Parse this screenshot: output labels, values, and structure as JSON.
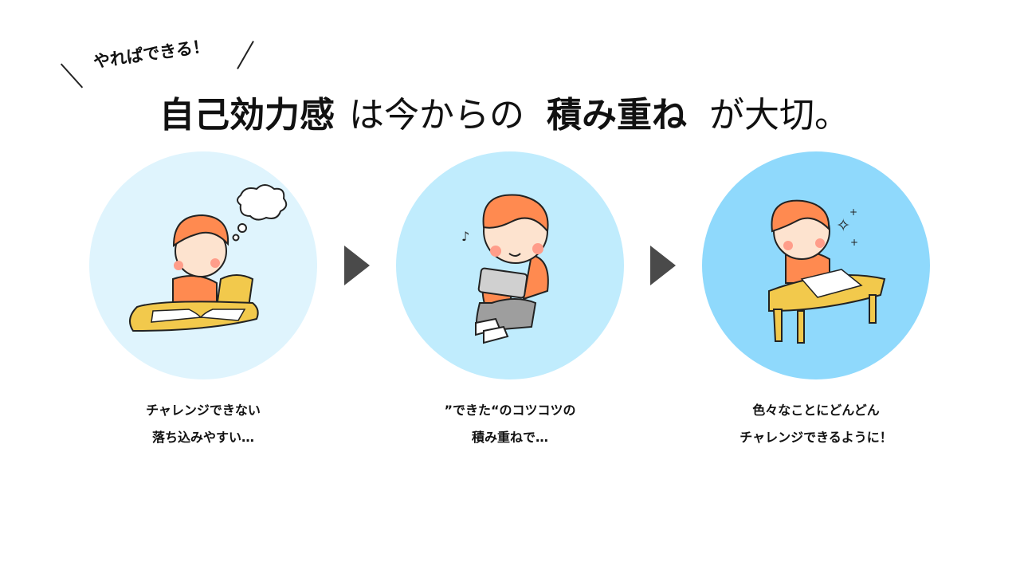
{
  "header": {
    "tagline": "やれぱできる！",
    "headline": {
      "part1": "自己効力感",
      "part2": "は今からの",
      "highlight": "積み重ね",
      "part3": "が大切。"
    }
  },
  "colors": {
    "highlight": "#fffb3a",
    "circle1": "#dff4fd",
    "circle2": "#c0ecfd",
    "circle3": "#8fd9fc",
    "arrow": "#4a4a4a",
    "hair": "#ff8a50"
  },
  "steps": [
    {
      "line1": "チャレンジできない",
      "line2": "落ち込みやすい…"
    },
    {
      "line1": "”できた“のコツコツの",
      "line2": "積み重ねで…"
    },
    {
      "line1": "色々なことにどんどん",
      "line2": "チャレンジできるように！"
    }
  ]
}
